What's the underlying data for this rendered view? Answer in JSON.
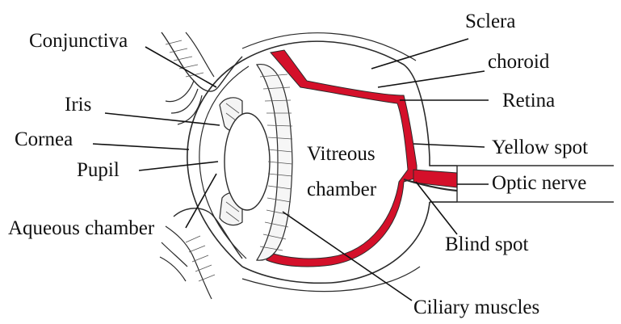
{
  "diagram": {
    "labels": {
      "conjunctiva": "Conjunctiva",
      "iris": "Iris",
      "cornea": "Cornea",
      "pupil": "Pupil",
      "aqueous_chamber": "Aqueous chamber",
      "sclera": "Sclera",
      "choroid": "choroid",
      "retina": "Retina",
      "yellow_spot": "Yellow spot",
      "optic_nerve": "Optic nerve",
      "blind_spot": "Blind spot",
      "vitreous_line1": "Vitreous",
      "vitreous_line2": "chamber",
      "ciliary_muscles": "Ciliary muscles"
    },
    "colors": {
      "choroid_red": "#d4102a",
      "line": "#111111"
    }
  }
}
